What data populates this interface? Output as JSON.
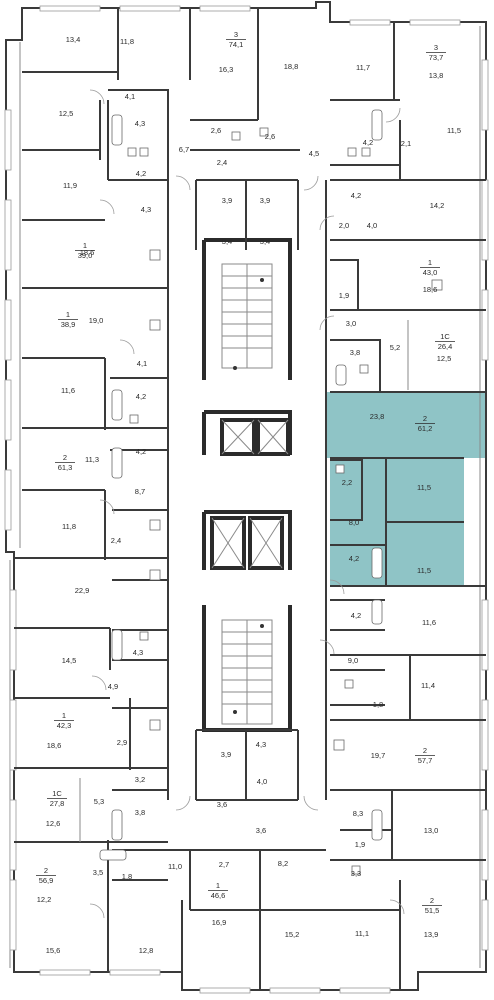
{
  "highlight_color": "#8fc4c6",
  "apartments": [
    {
      "id": "a-nw-top",
      "rooms": "3",
      "area": "74,1"
    },
    {
      "id": "a-ne-top",
      "rooms": "3",
      "area": "73,7"
    },
    {
      "id": "a-w-2",
      "rooms": "1",
      "area": "39,0"
    },
    {
      "id": "a-e-2",
      "rooms": "1",
      "area": "43,0"
    },
    {
      "id": "a-w-3",
      "rooms": "1",
      "area": "38,9"
    },
    {
      "id": "a-e-3",
      "rooms": "1С",
      "area": "26,4"
    },
    {
      "id": "a-e-4",
      "rooms": "2",
      "area": "61,2"
    },
    {
      "id": "a-w-4",
      "rooms": "2",
      "area": "61,3"
    },
    {
      "id": "a-w-5",
      "rooms": "1",
      "area": "42,3"
    },
    {
      "id": "a-e-5",
      "rooms": "2",
      "area": "57,7"
    },
    {
      "id": "a-w-6",
      "rooms": "1С",
      "area": "27,8"
    },
    {
      "id": "a-w-7",
      "rooms": "2",
      "area": "56,9"
    },
    {
      "id": "a-s-mid",
      "rooms": "1",
      "area": "46,6"
    },
    {
      "id": "a-e-7",
      "rooms": "2",
      "area": "51,5"
    }
  ],
  "rooms": [
    "13,4",
    "11,8",
    "16,3",
    "18,8",
    "11,7",
    "13,8",
    "4,1",
    "12,5",
    "4,3",
    "2,6",
    "6,7",
    "2,6",
    "4,5",
    "4,2",
    "2,1",
    "11,5",
    "4,2",
    "2,4",
    "11,9",
    "4,3",
    "3,9",
    "3,9",
    "4,2",
    "14,2",
    "4,0",
    "18,6",
    "3,4",
    "3,4",
    "2,0",
    "18,6",
    "1,9",
    "19,0",
    "3,0",
    "5,2",
    "12,5",
    "3,8",
    "4,1",
    "11,6",
    "4,2",
    "23,8",
    "4,2",
    "11,3",
    "2,2",
    "11,5",
    "8,7",
    "8,0",
    "11,8",
    "2,4",
    "4,2",
    "11,5",
    "22,9",
    "4,2",
    "11,6",
    "4,3",
    "14,5",
    "9,0",
    "4,9",
    "11,4",
    "1,8",
    "2,9",
    "18,6",
    "19,7",
    "3,9",
    "4,3",
    "4,0",
    "3,2",
    "8,3",
    "3,8",
    "5,3",
    "12,6",
    "3,6",
    "3,6",
    "13,0",
    "1,9",
    "3,3",
    "3,5",
    "1,8",
    "11,0",
    "2,7",
    "8,2",
    "12,2",
    "16,9",
    "15,2",
    "15,6",
    "12,8",
    "11,1",
    "13,9"
  ]
}
